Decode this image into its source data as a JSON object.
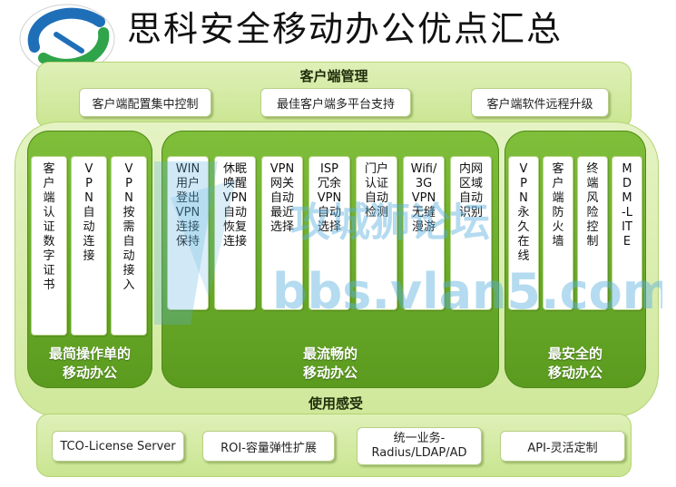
{
  "title": "思科安全移动办公优点汇总",
  "top_section": {
    "heading": "客户端管理",
    "items": [
      "客户端配置集中控制",
      "最佳客户端多平台支持",
      "客户端软件远程升级"
    ]
  },
  "middle_section": {
    "heading": "使用感受",
    "groups": [
      {
        "label_line1": "最简操作单的",
        "label_line2": "移动办公",
        "cards": [
          "客户端认证数字证书",
          "VPN自动连接",
          "VPN按需自动接入"
        ]
      },
      {
        "label_line1": "最流畅的",
        "label_line2": "移动办公",
        "cards": [
          "WIN用户登出VPN连接保持",
          "休眠唤醒VPN自动恢复连接",
          "VPN网关自动最近选择",
          "ISP冗余VPN自动选择",
          "门户认证自动检测",
          "Wifi/3G VPN无缝漫游",
          "内网区域自动识别"
        ]
      },
      {
        "label_line1": "最安全的",
        "label_line2": "移动办公",
        "cards": [
          "VPN永久在线",
          "客户端防火墙",
          "终端风险控制",
          "MDM-LITE"
        ]
      }
    ]
  },
  "bottom_section": {
    "items": [
      "TCO-License Server",
      "ROI-容量弹性扩展",
      "统一业务-\nRadius/LDAP/AD",
      "API-灵活定制"
    ]
  },
  "watermark_text": "bbs.vlan5.com",
  "watermark_logo_text": "攻城狮论坛",
  "colors": {
    "panel_light": "#d6ecaa",
    "group_green": "#6aad2a",
    "watermark": "#5bb0e0"
  }
}
